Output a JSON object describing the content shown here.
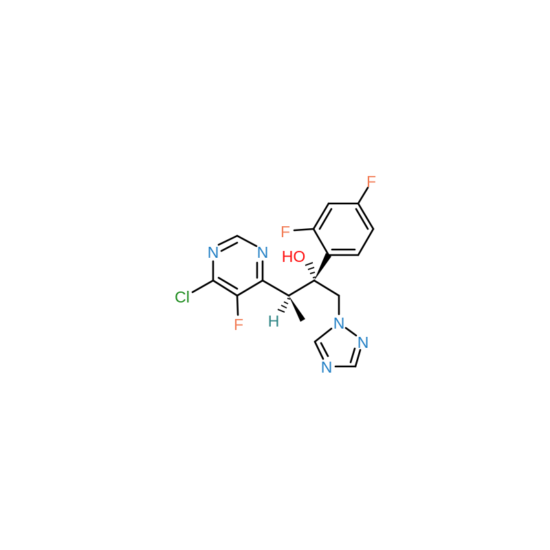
{
  "molecule": {
    "atoms": {
      "pyr_n1": "N",
      "pyr_n3": "N",
      "cl": "Cl",
      "f_pyr": "F",
      "h": "H",
      "ho": "HO",
      "f_ortho": "F",
      "f_para": "F",
      "tri_n1": "N",
      "tri_n2": "N",
      "tri_n4": "N"
    }
  },
  "colors": {
    "nitrogen": "#1f7ec4",
    "fluorine": "#f27c55",
    "chlorine": "#1b8a1b",
    "oxygen": "#ff0d0d",
    "hydrogen": "#2b8383",
    "bond": "#000000"
  }
}
